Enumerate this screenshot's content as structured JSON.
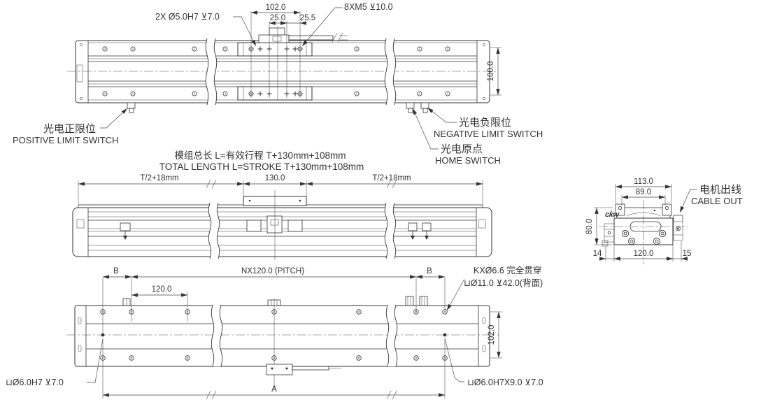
{
  "views": {
    "top": {
      "dim_group_width": "102.0",
      "dim_pin_spacing": "25.0",
      "dim_offset": "25.5",
      "label_pin_holes": "2X Ø5.0H7 ⊻7.0",
      "label_mount_holes": "8XM5 ⊻10.0",
      "dim_height": "100.0",
      "positive_limit_cn": "光电正限位",
      "positive_limit_en": "POSITIVE LIMIT SWITCH",
      "negative_limit_cn": "光电负限位",
      "negative_limit_en": "NEGATIVE LIMIT SWITCH",
      "home_cn": "光电原点",
      "home_en": "HOME SWITCH"
    },
    "side": {
      "title_cn": "模组总长 L=有效行程 T+130mm+108mm",
      "title_en": "TOTAL LENGTH L=STROKE T+130mm+108mm",
      "dim_left": "T/2+18mm",
      "dim_center": "130.0",
      "dim_right": "T/2+18mm"
    },
    "bottom": {
      "dim_b_left": "B",
      "dim_pitch": "NX120.0 (PITCH)",
      "dim_b_right": "B",
      "dim_first_pitch": "120.0",
      "dim_height": "102.0",
      "dim_total": "A",
      "label_through_1": "KXØ6.6 完全贯穿",
      "label_through_2": "⊔Ø11.0 ⊻42.0(背面)",
      "label_pin_left": "⊔Ø6.0H7 ⊻7.0",
      "label_pin_right": "⊔Ø6.0H7X9.0 ⊻7.0"
    },
    "endview": {
      "dim_top_width": "113.0",
      "dim_inner_width": "89.0",
      "dim_height": "80.0",
      "dim_left_offset": "14",
      "dim_bottom_width": "120.0",
      "dim_right_offset": "15",
      "cable_cn": "电机出线",
      "cable_en": "CABLE OUT",
      "logo": "ckw"
    }
  }
}
